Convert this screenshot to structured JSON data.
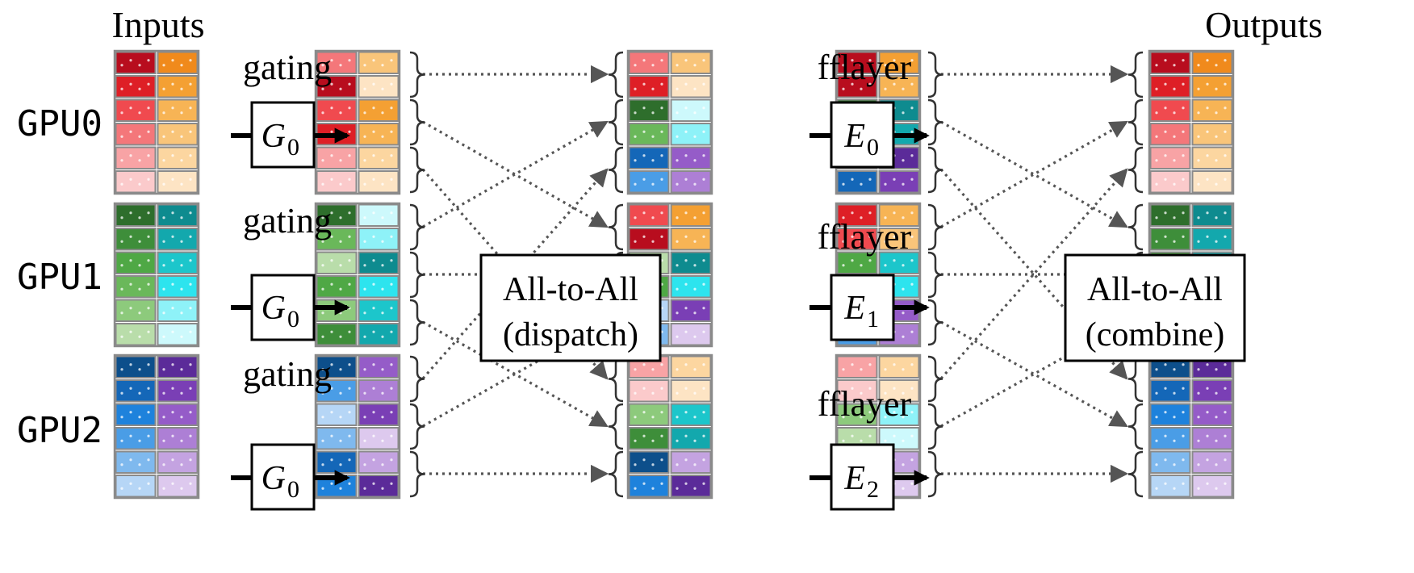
{
  "headings": {
    "inputs": "Inputs",
    "outputs": "Outputs"
  },
  "gpus": [
    {
      "label": "GPU0",
      "gate_label": "gating",
      "gate_symbol": "G",
      "gate_sub": "0",
      "layer_label": "fflayer",
      "expert_symbol": "E",
      "expert_sub": "0"
    },
    {
      "label": "GPU1",
      "gate_label": "gating",
      "gate_symbol": "G",
      "gate_sub": "0",
      "layer_label": "fflayer",
      "expert_symbol": "E",
      "expert_sub": "1"
    },
    {
      "label": "GPU2",
      "gate_label": "gating",
      "gate_symbol": "G",
      "gate_sub": "0",
      "layer_label": "fflayer",
      "expert_symbol": "E",
      "expert_sub": "2"
    }
  ],
  "dispatch_box": {
    "line1": "All-to-All",
    "line2": "(dispatch)"
  },
  "combine_box": {
    "line1": "All-to-All",
    "line2": "(combine)"
  },
  "colors": {
    "red": [
      "#b80d1e",
      "#de1f26",
      "#f04a4f",
      "#f4777a",
      "#f8a3a5",
      "#fbcacb"
    ],
    "orange": [
      "#f08a1c",
      "#f4a033",
      "#f7b455",
      "#f9c57a",
      "#fcd6a0",
      "#fde4c4"
    ],
    "green": [
      "#2e6e2c",
      "#3e8e3a",
      "#4fa845",
      "#6ab85a",
      "#8dca7c",
      "#b9ddaa"
    ],
    "teal": [
      "#0e8b8f",
      "#13a8ad",
      "#1cc6cb",
      "#2de4ee",
      "#8ef2f8",
      "#cdf9fc"
    ],
    "blue": [
      "#0d4f8b",
      "#1467b8",
      "#1e82dc",
      "#4a9de6",
      "#7fb9ee",
      "#b6d6f6"
    ],
    "purple": [
      "#5b2b99",
      "#7a3fb5",
      "#955cc8",
      "#ad7fd5",
      "#c4a3e1",
      "#ddc9ee"
    ],
    "cell_border": "#8a8a8a",
    "arrow": "#555555"
  }
}
